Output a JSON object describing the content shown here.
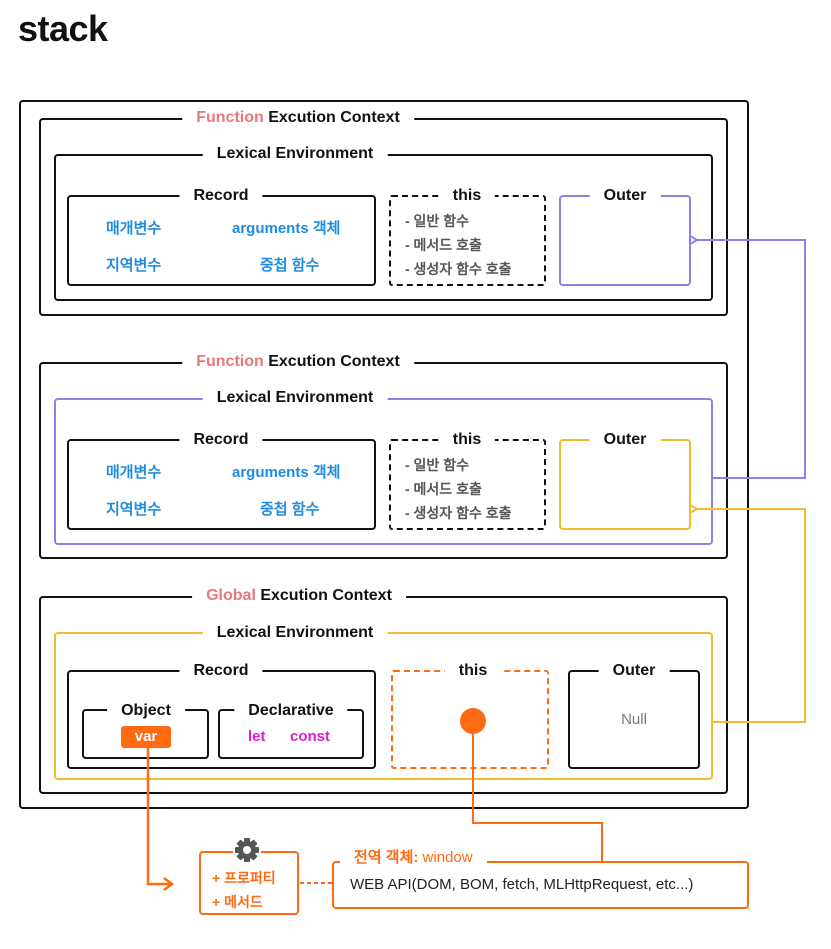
{
  "title": "stack",
  "contexts": [
    {
      "type_word": "Function",
      "label_rest": "Excution Context",
      "lexical_label": "Lexical Environment",
      "record": {
        "label": "Record",
        "items": [
          "매개변수",
          "arguments 객체",
          "지역변수",
          "중첩 함수"
        ]
      },
      "this": {
        "label": "this",
        "items": [
          "- 일반 함수",
          "- 메서드 호출",
          "- 생성자 함수 호출"
        ]
      },
      "outer": {
        "label": "Outer"
      }
    },
    {
      "type_word": "Function",
      "label_rest": "Excution Context",
      "lexical_label": "Lexical Environment",
      "record": {
        "label": "Record",
        "items": [
          "매개변수",
          "arguments 객체",
          "지역변수",
          "중첩 함수"
        ]
      },
      "this": {
        "label": "this",
        "items": [
          "- 일반 함수",
          "- 메서드 호출",
          "- 생성자 함수 호출"
        ]
      },
      "outer": {
        "label": "Outer"
      }
    }
  ],
  "global": {
    "type_word": "Global",
    "label_rest": "Excution Context",
    "lexical_label": "Lexical Environment",
    "record_label": "Record",
    "object_label": "Object",
    "var_label": "var",
    "declarative_label": "Declarative",
    "let_label": "let",
    "const_label": "const",
    "this_label": "this",
    "outer_label": "Outer",
    "outer_value": "Null"
  },
  "global_object": {
    "label_prefix": "전역 객체:",
    "label_value": "window",
    "content": "WEB API(DOM, BOM, fetch, MLHttpRequest, etc...)"
  },
  "props_box": {
    "icon": "gear-icon",
    "property": "+ 프로퍼티",
    "method": "+ 메서드"
  },
  "colors": {
    "keyword": "#e8787a",
    "blue_text": "#1f8ce0",
    "purple": "#8a83e6",
    "yellow": "#f2bc2b",
    "orange": "#ff6a13",
    "magenta": "#e01ccd"
  }
}
